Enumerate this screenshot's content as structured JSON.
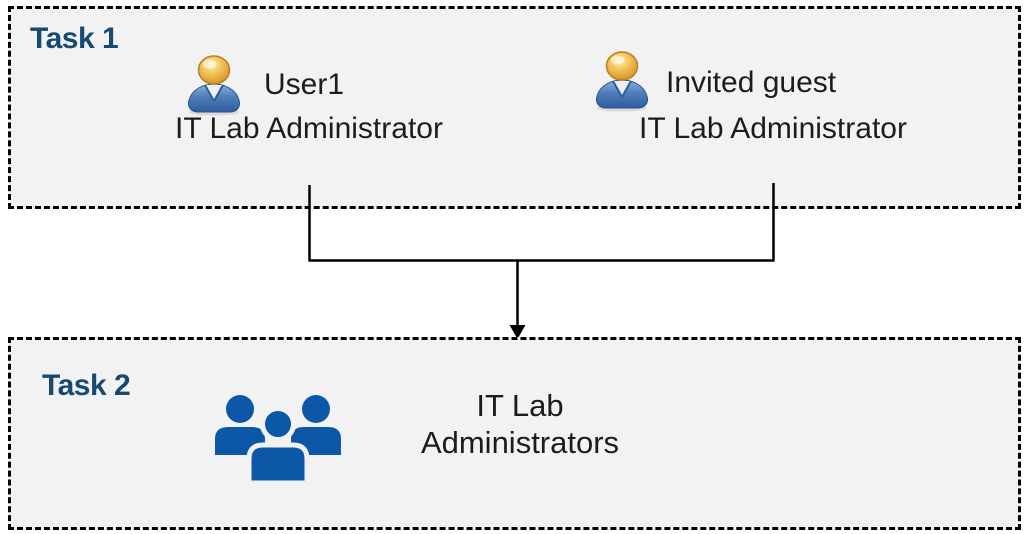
{
  "colors": {
    "box_background": "#f2f2f2",
    "box_border": "#000000",
    "task_label_text": "#174a73",
    "body_text": "#1c1c1c",
    "group_icon_blue": "#0d57a8",
    "connector_line": "#000000",
    "user_icon_head_gold": "#e2a33a",
    "user_icon_body_blue": "#3c6da8"
  },
  "task1": {
    "label": "Task 1",
    "users": [
      {
        "name": "User1",
        "role": "IT Lab Administrator"
      },
      {
        "name": "Invited guest",
        "role": "IT Lab Administrator"
      }
    ]
  },
  "task2": {
    "label": "Task 2",
    "group_name": "IT Lab Administrators"
  }
}
